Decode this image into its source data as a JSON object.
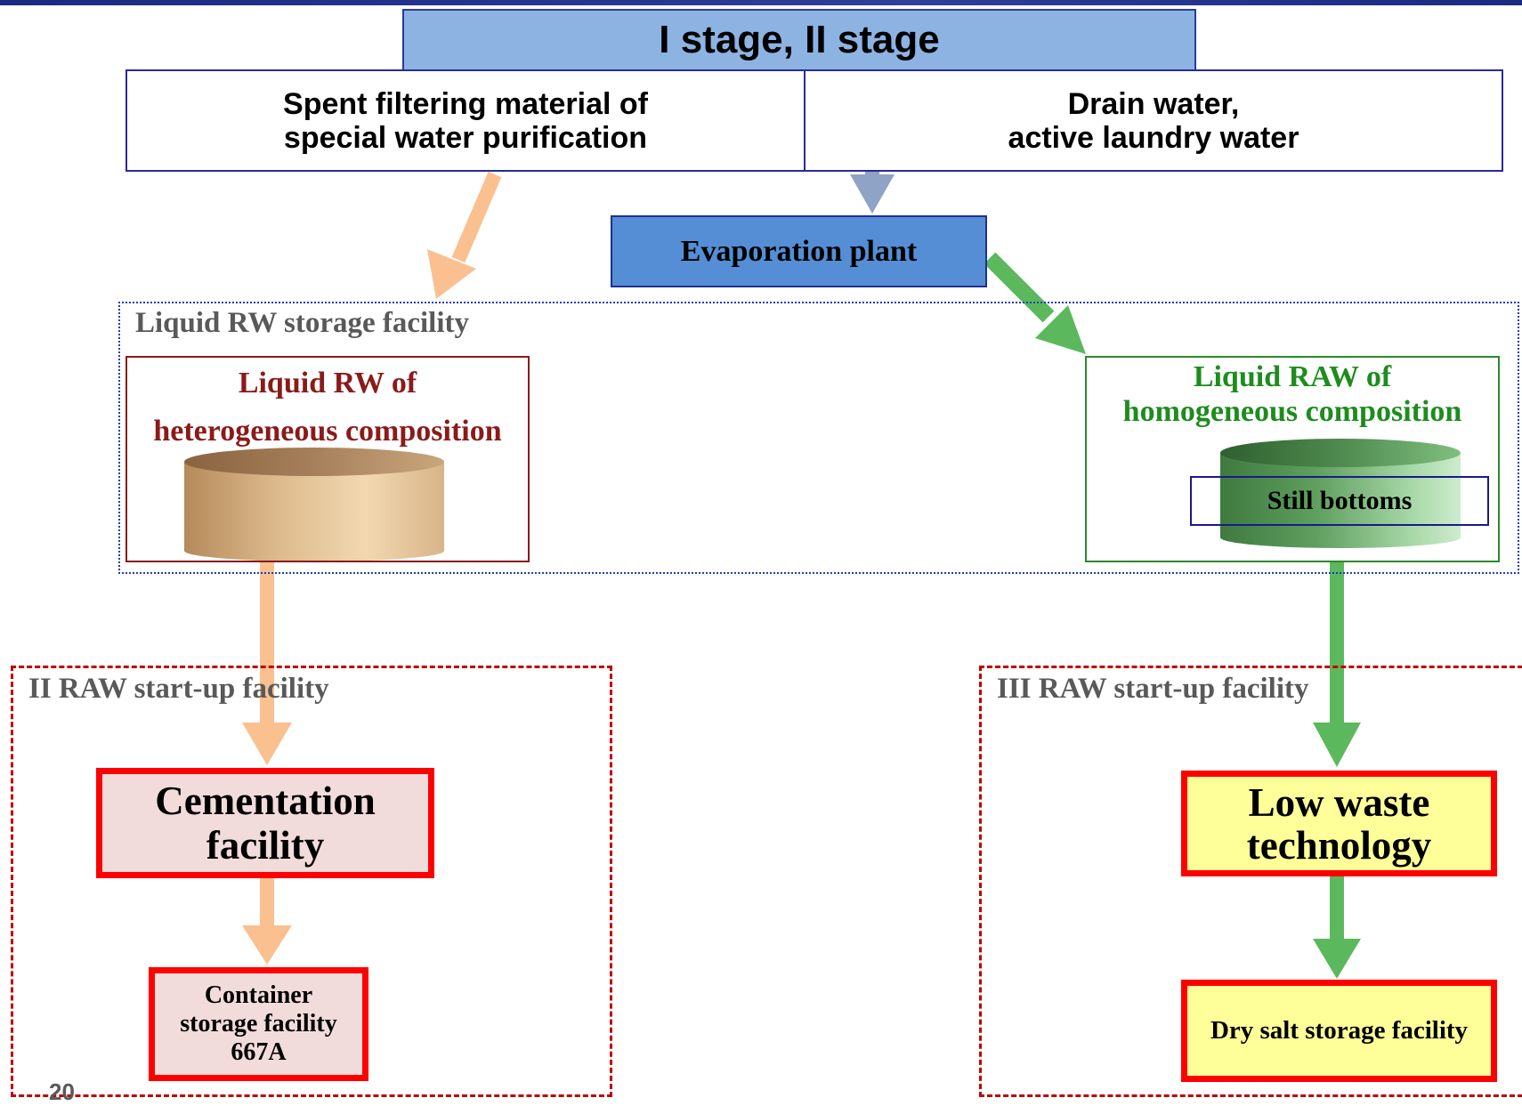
{
  "title": "I stage, II stage",
  "sources": {
    "left": [
      "Spent filtering material of",
      "special water purification"
    ],
    "right": [
      "Drain water,",
      "active laundry water"
    ]
  },
  "evaporation_plant": "Evaporation plant",
  "storage_facility": {
    "label": "Liquid RW storage facility",
    "heterogeneous": [
      "Liquid RW of",
      "heterogeneous composition"
    ],
    "homogeneous": [
      "Liquid RAW of",
      "homogeneous composition"
    ],
    "still_bottoms": "Still bottoms"
  },
  "facility_ii": {
    "label": "II RAW start-up facility",
    "cementation": [
      "Cementation",
      "facility"
    ],
    "container_storage": [
      "Container",
      "storage facility",
      "667A"
    ]
  },
  "facility_iii": {
    "label": "III RAW start-up facility",
    "low_waste": [
      "Low waste",
      "technology"
    ],
    "dry_salt": "Dry salt storage facility"
  },
  "page_number": "20",
  "colors": {
    "orange_arrow": "#fac090",
    "green_arrow": "#5cb85c",
    "grey_blue_arrow": "#8ea3c6",
    "title_fill": "#8db3e2",
    "evap_fill": "#558ed5",
    "red_border": "#ff0000",
    "pink_fill": "#f2dcdb",
    "yellow_fill": "#ffff99"
  }
}
